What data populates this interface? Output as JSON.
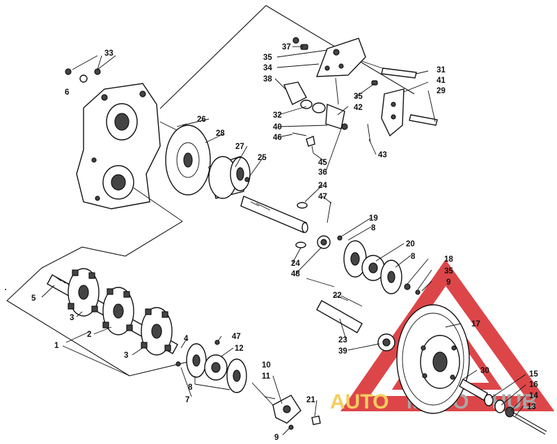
{
  "labels": {
    "l1": "1",
    "l2": "2",
    "l3a": "3",
    "l3b": "3",
    "l4": "4",
    "l5": "5",
    "l6": "6",
    "l7": "7",
    "l8a": "8",
    "l8b": "8",
    "l8c": "8",
    "l9a": "9",
    "l9b": "9",
    "l10": "10",
    "l11": "11",
    "l12": "12",
    "l13": "13",
    "l14": "14",
    "l15": "15",
    "l16": "16",
    "l17": "17",
    "l18": "18",
    "l19": "19",
    "l20": "20",
    "l21": "21",
    "l22": "22",
    "l23": "23",
    "l24a": "24",
    "l24b": "24",
    "l25": "25",
    "l26": "26",
    "l27": "27",
    "l28": "28",
    "l29": "29",
    "l30": "30",
    "l31": "31",
    "l32": "32",
    "l33": "33",
    "l34": "34",
    "l35a": "35",
    "l35b": "35",
    "l35c": "35",
    "l36": "36",
    "l37": "37",
    "l38": "38",
    "l39": "39",
    "l40": "40",
    "l41": "41",
    "l42": "42",
    "l43": "43",
    "l45": "45",
    "l46": "46",
    "l47a": "47",
    "l47b": "47",
    "l48": "48"
  },
  "watermark": {
    "text_auto": "AUTO",
    "text_moto": "MOTO",
    "text_hub": "HUB",
    "color_accent": "#d8262a",
    "color_yellow": "#f5c542",
    "color_grey": "#9a9a9a"
  }
}
